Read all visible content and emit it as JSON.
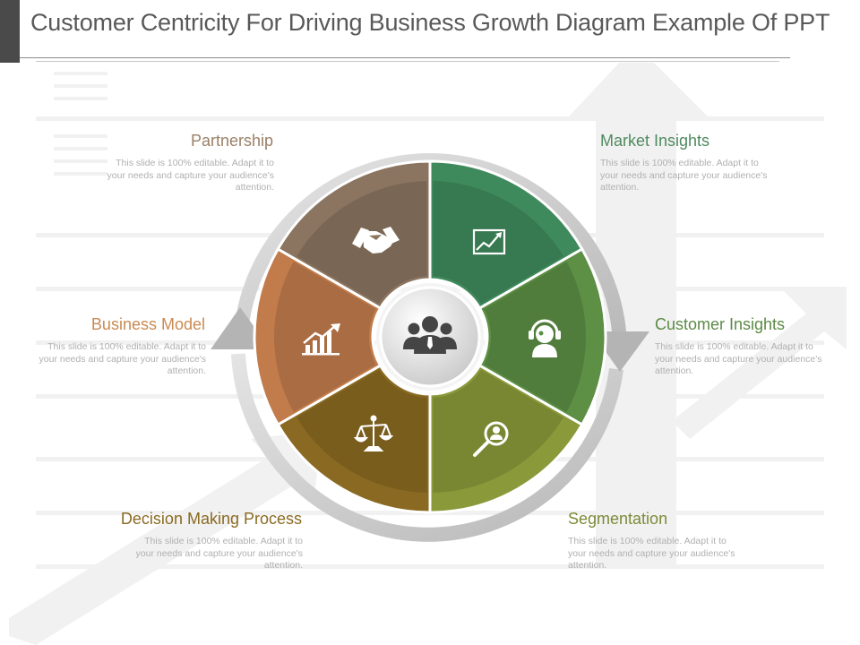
{
  "title": "Customer Centricity For Driving Business Growth Diagram Example Of PPT",
  "center": {
    "icon": "team-icon"
  },
  "segments": [
    {
      "key": "market-insights",
      "label": "Market Insights",
      "description": "This slide is 100% editable. Adapt it to your needs and capture your audience's attention.",
      "icon": "growth-chart-icon",
      "color": "#3f8a5c",
      "text_color": "#4f8a5f"
    },
    {
      "key": "customer-insights",
      "label": "Customer Insights",
      "description": "This slide is 100% editable. Adapt it to your needs and capture your audience's attention.",
      "icon": "support-agent-icon",
      "color": "#5d8f45",
      "text_color": "#5b8a45"
    },
    {
      "key": "segmentation",
      "label": "Segmentation",
      "description": "This slide is 100% editable. Adapt it to your needs and capture your audience's attention.",
      "icon": "user-search-icon",
      "color": "#8a9a3a",
      "text_color": "#7e8a38"
    },
    {
      "key": "decision-making-process",
      "label": "Decision Making Process",
      "description": "This slide is 100% editable. Adapt it to your needs and capture your audience's attention.",
      "icon": "scales-icon",
      "color": "#8a6a22",
      "text_color": "#8a6a22"
    },
    {
      "key": "business-model",
      "label": "Business Model",
      "description": "This slide is 100% editable. Adapt it to your needs and capture your audience's attention.",
      "icon": "rising-bars-icon",
      "color": "#c27c4c",
      "text_color": "#c98a52"
    },
    {
      "key": "partnership",
      "label": "Partnership",
      "description": "This slide is 100% editable. Adapt it to your needs and capture your audience's attention.",
      "icon": "handshake-icon",
      "color": "#8b7560",
      "text_color": "#9a8068"
    }
  ]
}
